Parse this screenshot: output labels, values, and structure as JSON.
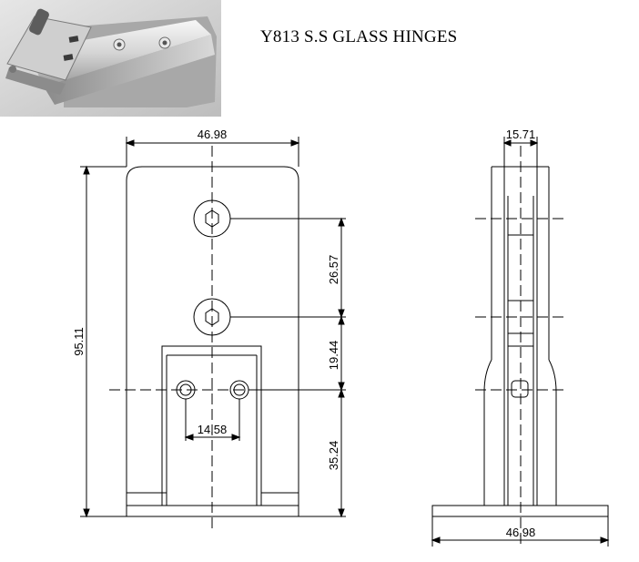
{
  "title": "Y813 S.S GLASS HINGES",
  "photo": {
    "alt": "hinge product photo"
  },
  "front_view": {
    "width_label": "46.98",
    "height_label": "95.11",
    "hole_spacing_label": "26.57",
    "hole_to_pin_label": "19.44",
    "pin_to_bottom_label": "35.24",
    "pin_spacing_label": "14.58"
  },
  "side_view": {
    "top_width_label": "15.71",
    "base_width_label": "46.98"
  }
}
